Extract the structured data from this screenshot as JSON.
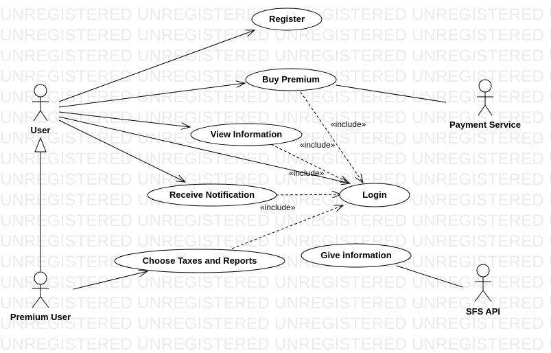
{
  "watermark": {
    "text": "UNREGISTERED"
  },
  "diagram": {
    "actors": [
      {
        "id": "user",
        "label": "User"
      },
      {
        "id": "premium_user",
        "label": "Premium User"
      },
      {
        "id": "payment_service",
        "label": "Payment Service"
      },
      {
        "id": "sfs_api",
        "label": "SFS API"
      }
    ],
    "use_cases": [
      {
        "id": "register",
        "label": "Register"
      },
      {
        "id": "buy_premium",
        "label": "Buy Premium"
      },
      {
        "id": "view_information",
        "label": "View Information"
      },
      {
        "id": "receive_notification",
        "label": "Receive Notification"
      },
      {
        "id": "login",
        "label": "Login"
      },
      {
        "id": "choose_taxes",
        "label": "Choose Taxes and Reports"
      },
      {
        "id": "give_information",
        "label": "Give information"
      }
    ],
    "include_label": "«include»"
  }
}
